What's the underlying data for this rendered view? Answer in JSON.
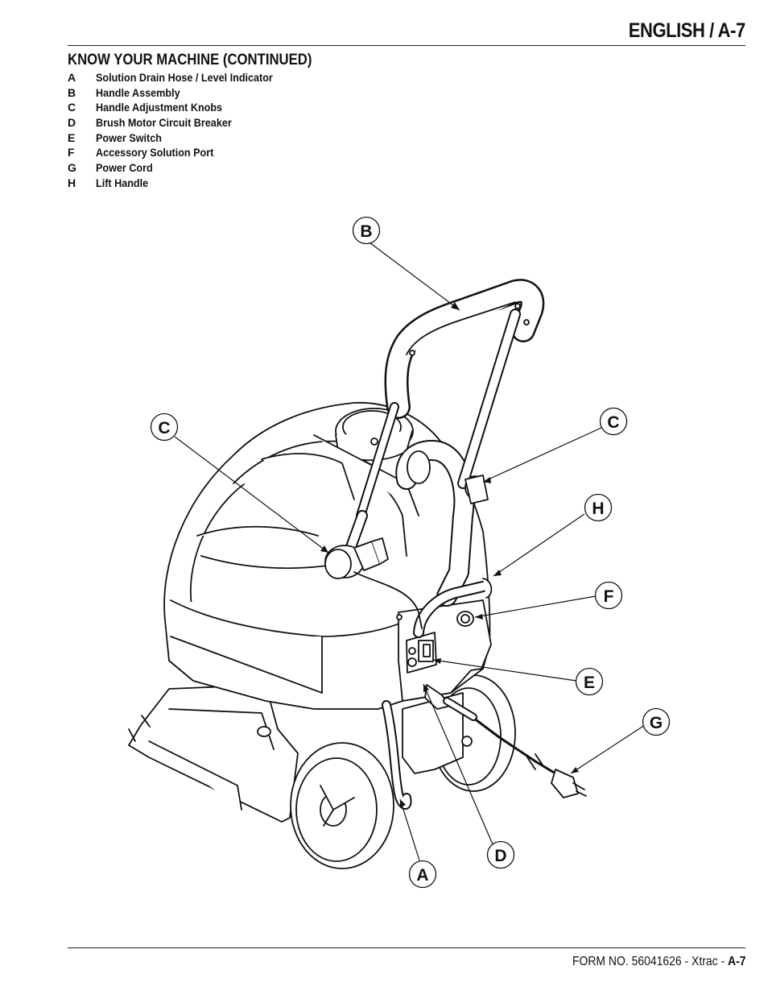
{
  "header": {
    "title": "ENGLISH / A-7"
  },
  "section": {
    "title": "KNOW YOUR MACHINE (CONTINUED)"
  },
  "legend": [
    {
      "key": "A",
      "label": "Solution Drain Hose / Level Indicator"
    },
    {
      "key": "B",
      "label": "Handle Assembly"
    },
    {
      "key": "C",
      "label": "Handle Adjustment Knobs"
    },
    {
      "key": "D",
      "label": "Brush Motor Circuit Breaker"
    },
    {
      "key": "E",
      "label": "Power Switch"
    },
    {
      "key": "F",
      "label": "Accessory Solution Port"
    },
    {
      "key": "G",
      "label": "Power Cord"
    },
    {
      "key": "H",
      "label": "Lift Handle"
    }
  ],
  "diagram": {
    "callouts": [
      {
        "id": "b",
        "letter": "B"
      },
      {
        "id": "c-left",
        "letter": "C"
      },
      {
        "id": "c-right",
        "letter": "C"
      },
      {
        "id": "h",
        "letter": "H"
      },
      {
        "id": "f",
        "letter": "F"
      },
      {
        "id": "e",
        "letter": "E"
      },
      {
        "id": "g",
        "letter": "G"
      },
      {
        "id": "d",
        "letter": "D"
      },
      {
        "id": "a",
        "letter": "A"
      }
    ]
  },
  "footer": {
    "form_text": "FORM NO. 56041626 - Xtrac - ",
    "page": "A-7"
  }
}
